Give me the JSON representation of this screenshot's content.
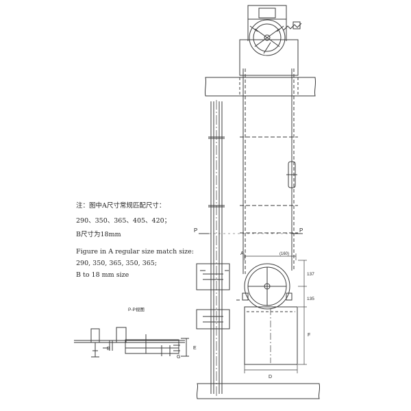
{
  "notes": {
    "cn_line1": "注：图中A尺寸常规匹配尺寸：",
    "cn_line2": "290、350、365、405、420；",
    "cn_line3": "B尺寸为18mm",
    "en_line1": "Figure in A regular size match size:",
    "en_line2": "290, 350, 365, 350, 365;",
    "en_line3": "B to 18 mm size"
  },
  "labels": {
    "section_left": "P",
    "section_right": "P",
    "section_view_title": "P-P视图",
    "dim_a": "A",
    "dim_160": "(160)",
    "dim_137": "137",
    "dim_135": "135",
    "dim_f": "F",
    "dim_d": "D",
    "dim_b": "B",
    "dim_e": "E",
    "dim_g": "G"
  },
  "colors": {
    "line": "#3a3a3a",
    "text": "#1f1f1f",
    "background": "#ffffff"
  }
}
